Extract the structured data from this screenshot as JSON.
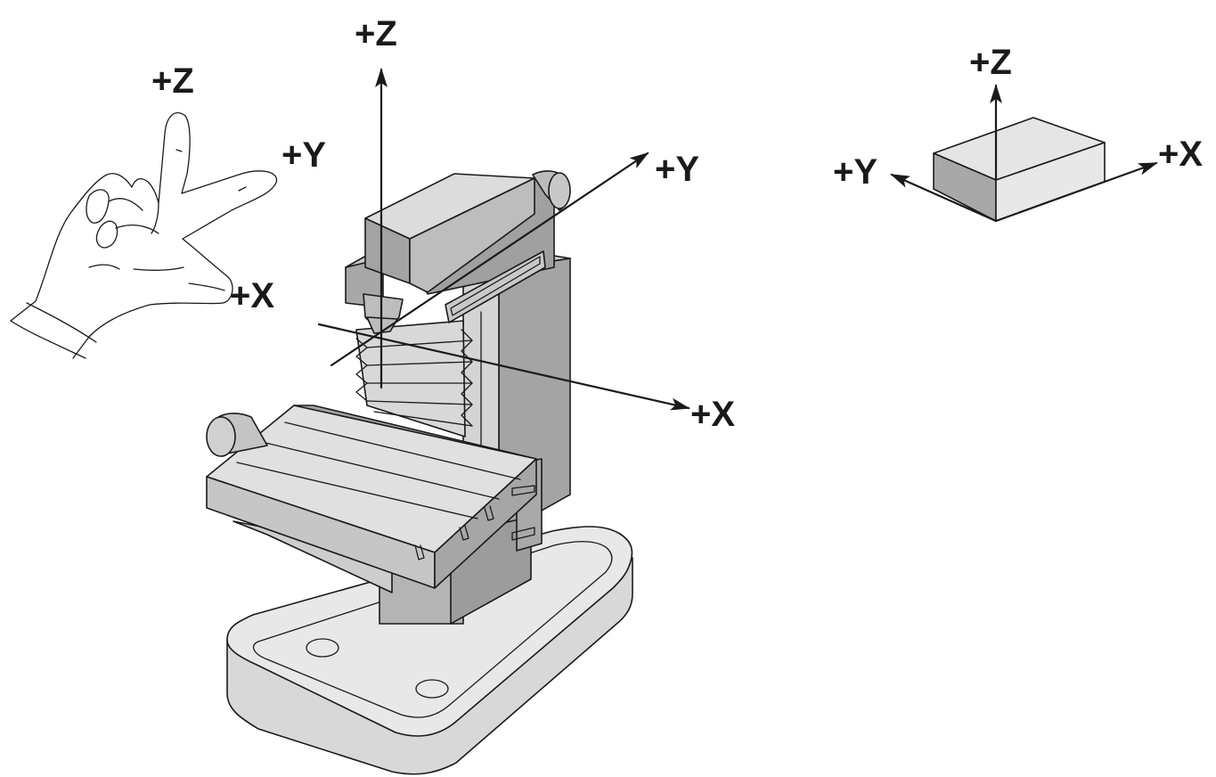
{
  "hand": {
    "z_label": "+Z",
    "y_label": "+Y",
    "x_label": "+X"
  },
  "machine": {
    "z_label": "+Z",
    "y_label": "+Y",
    "x_label": "+X"
  },
  "workpiece": {
    "z_label": "+Z",
    "y_label": "+Y",
    "x_label": "+X"
  },
  "colors": {
    "ink": "#1a1a1a",
    "light_fill": "#e6e6e6",
    "mid_fill": "#cfcfcf",
    "dark_fill": "#a9a9a9",
    "darker_fill": "#9b9b9b"
  }
}
